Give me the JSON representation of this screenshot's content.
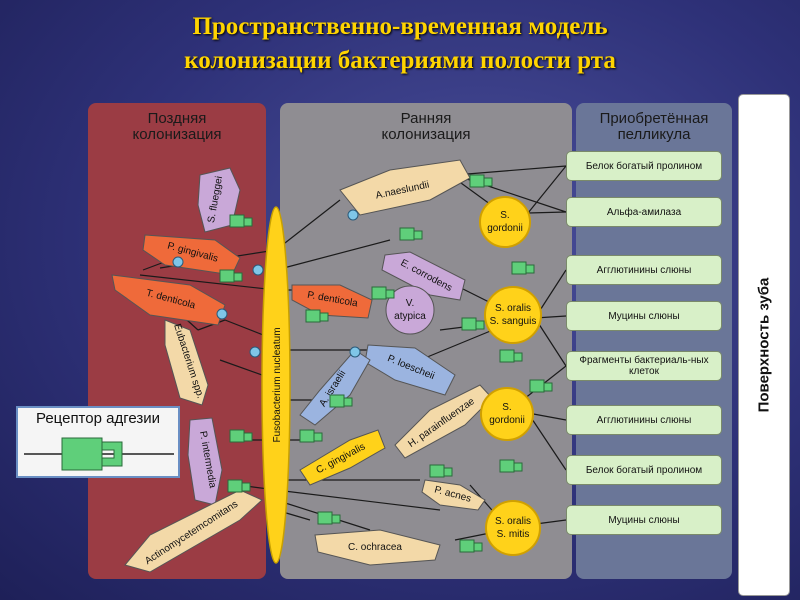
{
  "title": {
    "line1": "Пространственно-временная модель",
    "line2": "колонизации бактериями полости рта"
  },
  "panels": {
    "late": "Поздняя колонизация",
    "early": "Ранняя колонизация",
    "pellicle": "Приобретённая пелликула"
  },
  "surface": "Поверхность зуба",
  "legend": "Рецептор адгезии",
  "pellicle_items": [
    "Белок богатый пролином",
    "Альфа-амилаза",
    "Агглютинины слюны",
    "Муцины слюны",
    "Фрагменты бактериаль-ных клеток",
    "Агглютинины слюны",
    "Белок богатый пролином",
    "Муцины слюны"
  ],
  "early_circles": [
    {
      "line1": "S.",
      "line2": "gordonii"
    },
    {
      "line1": "S. oralis",
      "line2": "S. sanguis"
    },
    {
      "line1": "S.",
      "line2": "gordonii"
    },
    {
      "line1": "S. oralis",
      "line2": "S. mitis"
    }
  ],
  "veillonella": {
    "line1": "V.",
    "line2": "atypica"
  },
  "fusobacterium": "Fusobacterium nucleatum",
  "bacteria": {
    "s_flueggei": "S. flueggei",
    "p_gingivalis": "P. gingivalis",
    "t_denticola": "T. denticola",
    "eubacterium": "Eubacterium spp.",
    "p_intermedia": "P. intermedia",
    "actinomycetemcomitans": "Actinomycetemcomitans",
    "a_naeslundii": "A.naeslundii",
    "e_corrodens": "E. corrodens",
    "p_denticola": "P. denticola",
    "p_loescheii": "P. loescheii",
    "a_israelii": "A. israelii",
    "h_parainfluenzae": "H. parainfluenzae",
    "c_gingivalis": "C. gingivalis",
    "p_acnes": "P. acnes",
    "c_ochracea": "C. ochracea"
  },
  "colors": {
    "title": "#ffd400",
    "late_panel": "#9b3c44",
    "early_panel": "#8f8d92",
    "pellicle_panel": "#6a7698",
    "pellicle_box": "#d8f0c8",
    "yellow_circle": "#ffd21a",
    "orange_bacteria": "#ef6a3a",
    "lilac_bacteria": "#c9a8d8",
    "tan_bacteria": "#f3d9a8",
    "blue_bacteria": "#9bb4e0",
    "receptor": "#5fcf7a"
  }
}
